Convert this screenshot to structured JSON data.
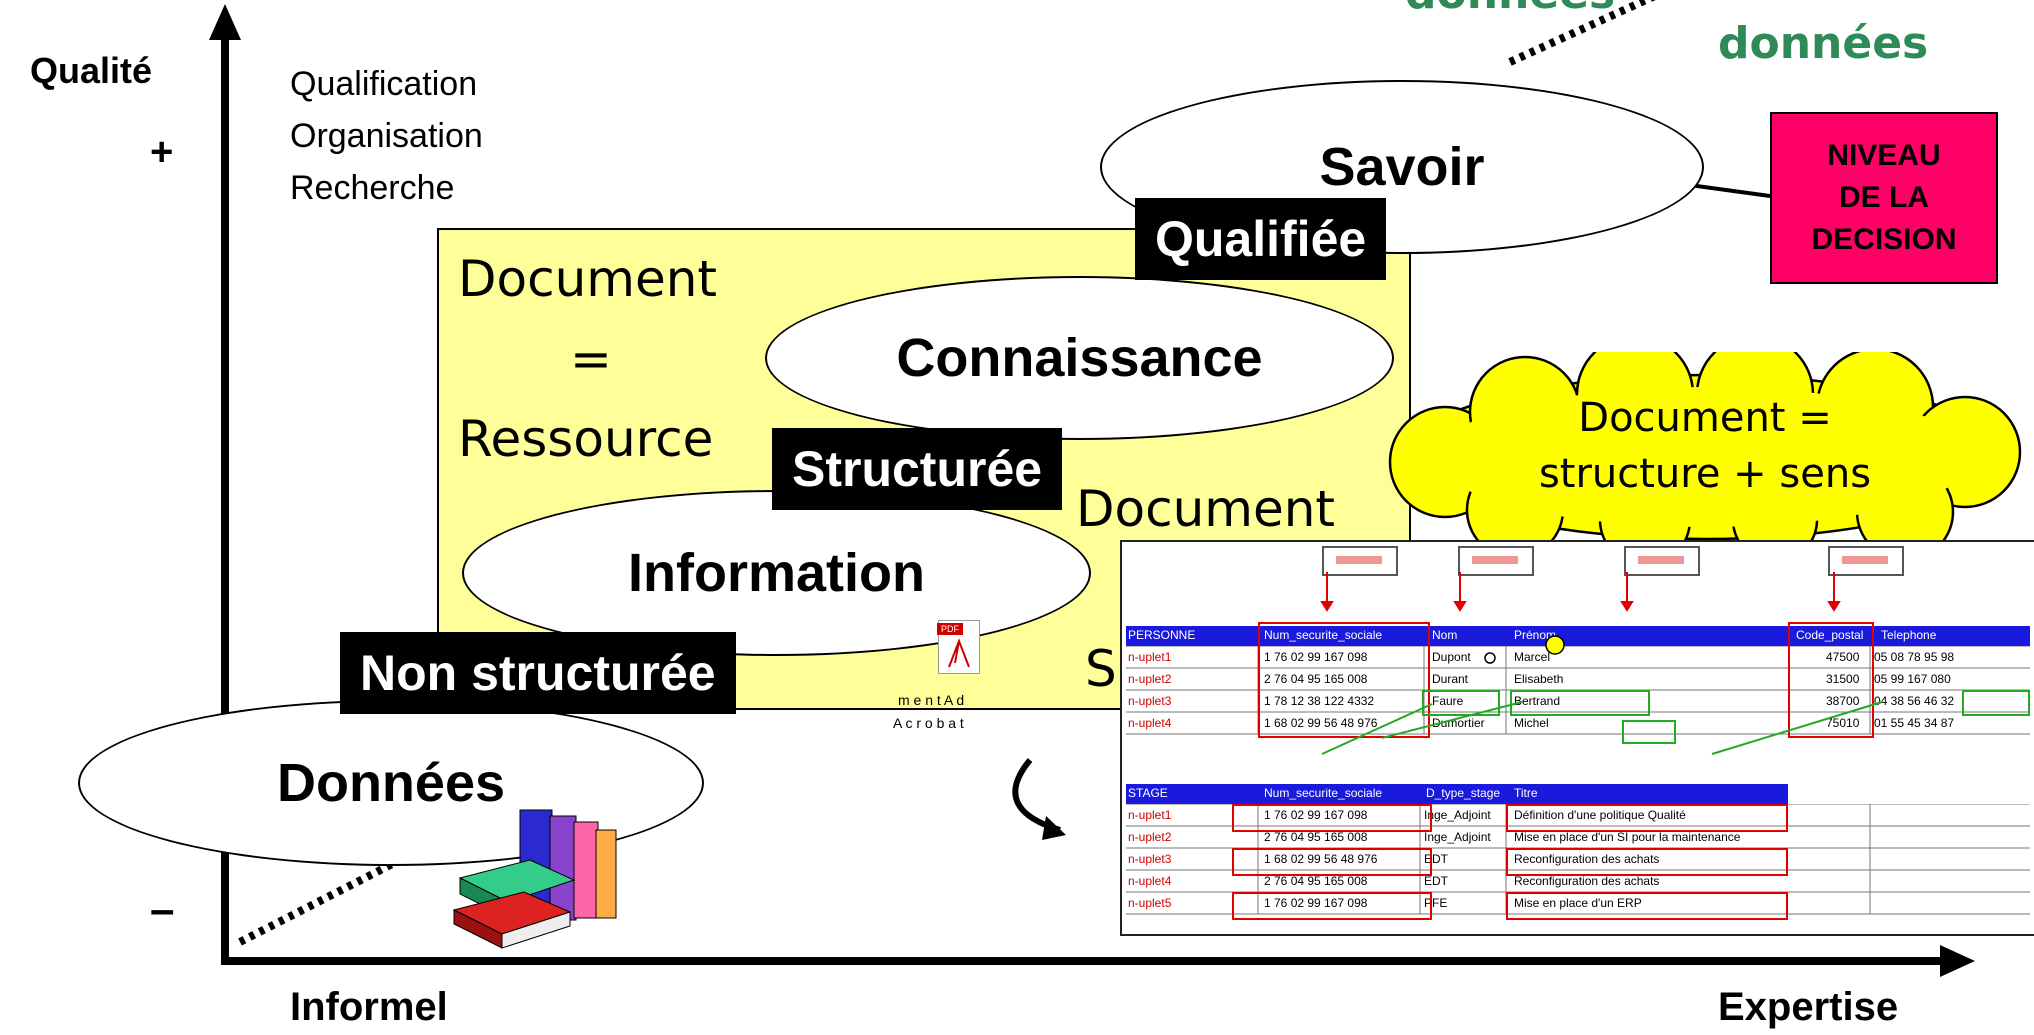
{
  "axes": {
    "y_label": "Qualité",
    "y_plus": "+",
    "y_minus": "–",
    "x_left": "Informel",
    "x_right": "Expertise"
  },
  "processes": [
    "Qualification",
    "Organisation",
    "Recherche"
  ],
  "top_right": {
    "text_partial": "données",
    "text_main": "données",
    "color": "#2e8b57"
  },
  "decision_box": {
    "lines": [
      "NIVEAU",
      "DE LA",
      "DECISION"
    ],
    "color": "#ff0066"
  },
  "levels": {
    "savoir": "Savoir",
    "qualifiee": "Qualifiée",
    "connaissance": "Connaissance",
    "structuree": "Structurée",
    "information": "Information",
    "non_structuree": "Non structurée",
    "donnees": "Données"
  },
  "document_panel": {
    "line1": "Document",
    "line2": "=",
    "line3": "Ressource",
    "partial_document": "Document",
    "partial_s": "S",
    "bg_color": "#ffff99"
  },
  "cloud": {
    "line1": "Document =",
    "line2": "structure + sens",
    "color": "#ffff00"
  },
  "acrobat": {
    "icon_text": "PDF",
    "line1": "m e n t A d",
    "line2": "A c r o b a t"
  },
  "table_personne": {
    "headers": [
      "PERSONNE",
      "Num_securite_sociale",
      "Nom",
      "Prénom",
      "Code_postal",
      "Telephone"
    ],
    "rows": [
      [
        "n-uplet1",
        "1 76 02 99 167 098",
        "Dupont",
        "Marcel",
        "47500",
        "05 08 78 95 98"
      ],
      [
        "n-uplet2",
        "2 76 04 95 165 008",
        "Durant",
        "Elisabeth",
        "31500",
        "05 99 167 080"
      ],
      [
        "n-uplet3",
        "1 78 12 38 122 4332",
        "Faure",
        "Bertrand",
        "38700",
        "04 38 56 46 32"
      ],
      [
        "n-uplet4",
        "1 68 02 99 56 48 976",
        "Dumortier",
        "Michel",
        "75010",
        "01 55 45 34 87"
      ]
    ]
  },
  "table_stage": {
    "headers": [
      "STAGE",
      "Num_securite_sociale",
      "D_type_stage",
      "Titre"
    ],
    "rows": [
      [
        "n-uplet1",
        "1 76 02 99 167 098",
        "Inge_Adjoint",
        "Définition d'une politique Qualité"
      ],
      [
        "n-uplet2",
        "2 76 04 95 165 008",
        "Inge_Adjoint",
        "Mise en place d'un SI pour la maintenance"
      ],
      [
        "n-uplet3",
        "1 68 02 99 56 48 976",
        "EDT",
        "Reconfiguration des achats"
      ],
      [
        "n-uplet4",
        "2 76 04 95 165 008",
        "EDT",
        "Reconfiguration des achats"
      ],
      [
        "n-uplet5",
        "1 76 02 99 167 098",
        "PFE",
        "Mise en place d'un ERP"
      ]
    ]
  }
}
